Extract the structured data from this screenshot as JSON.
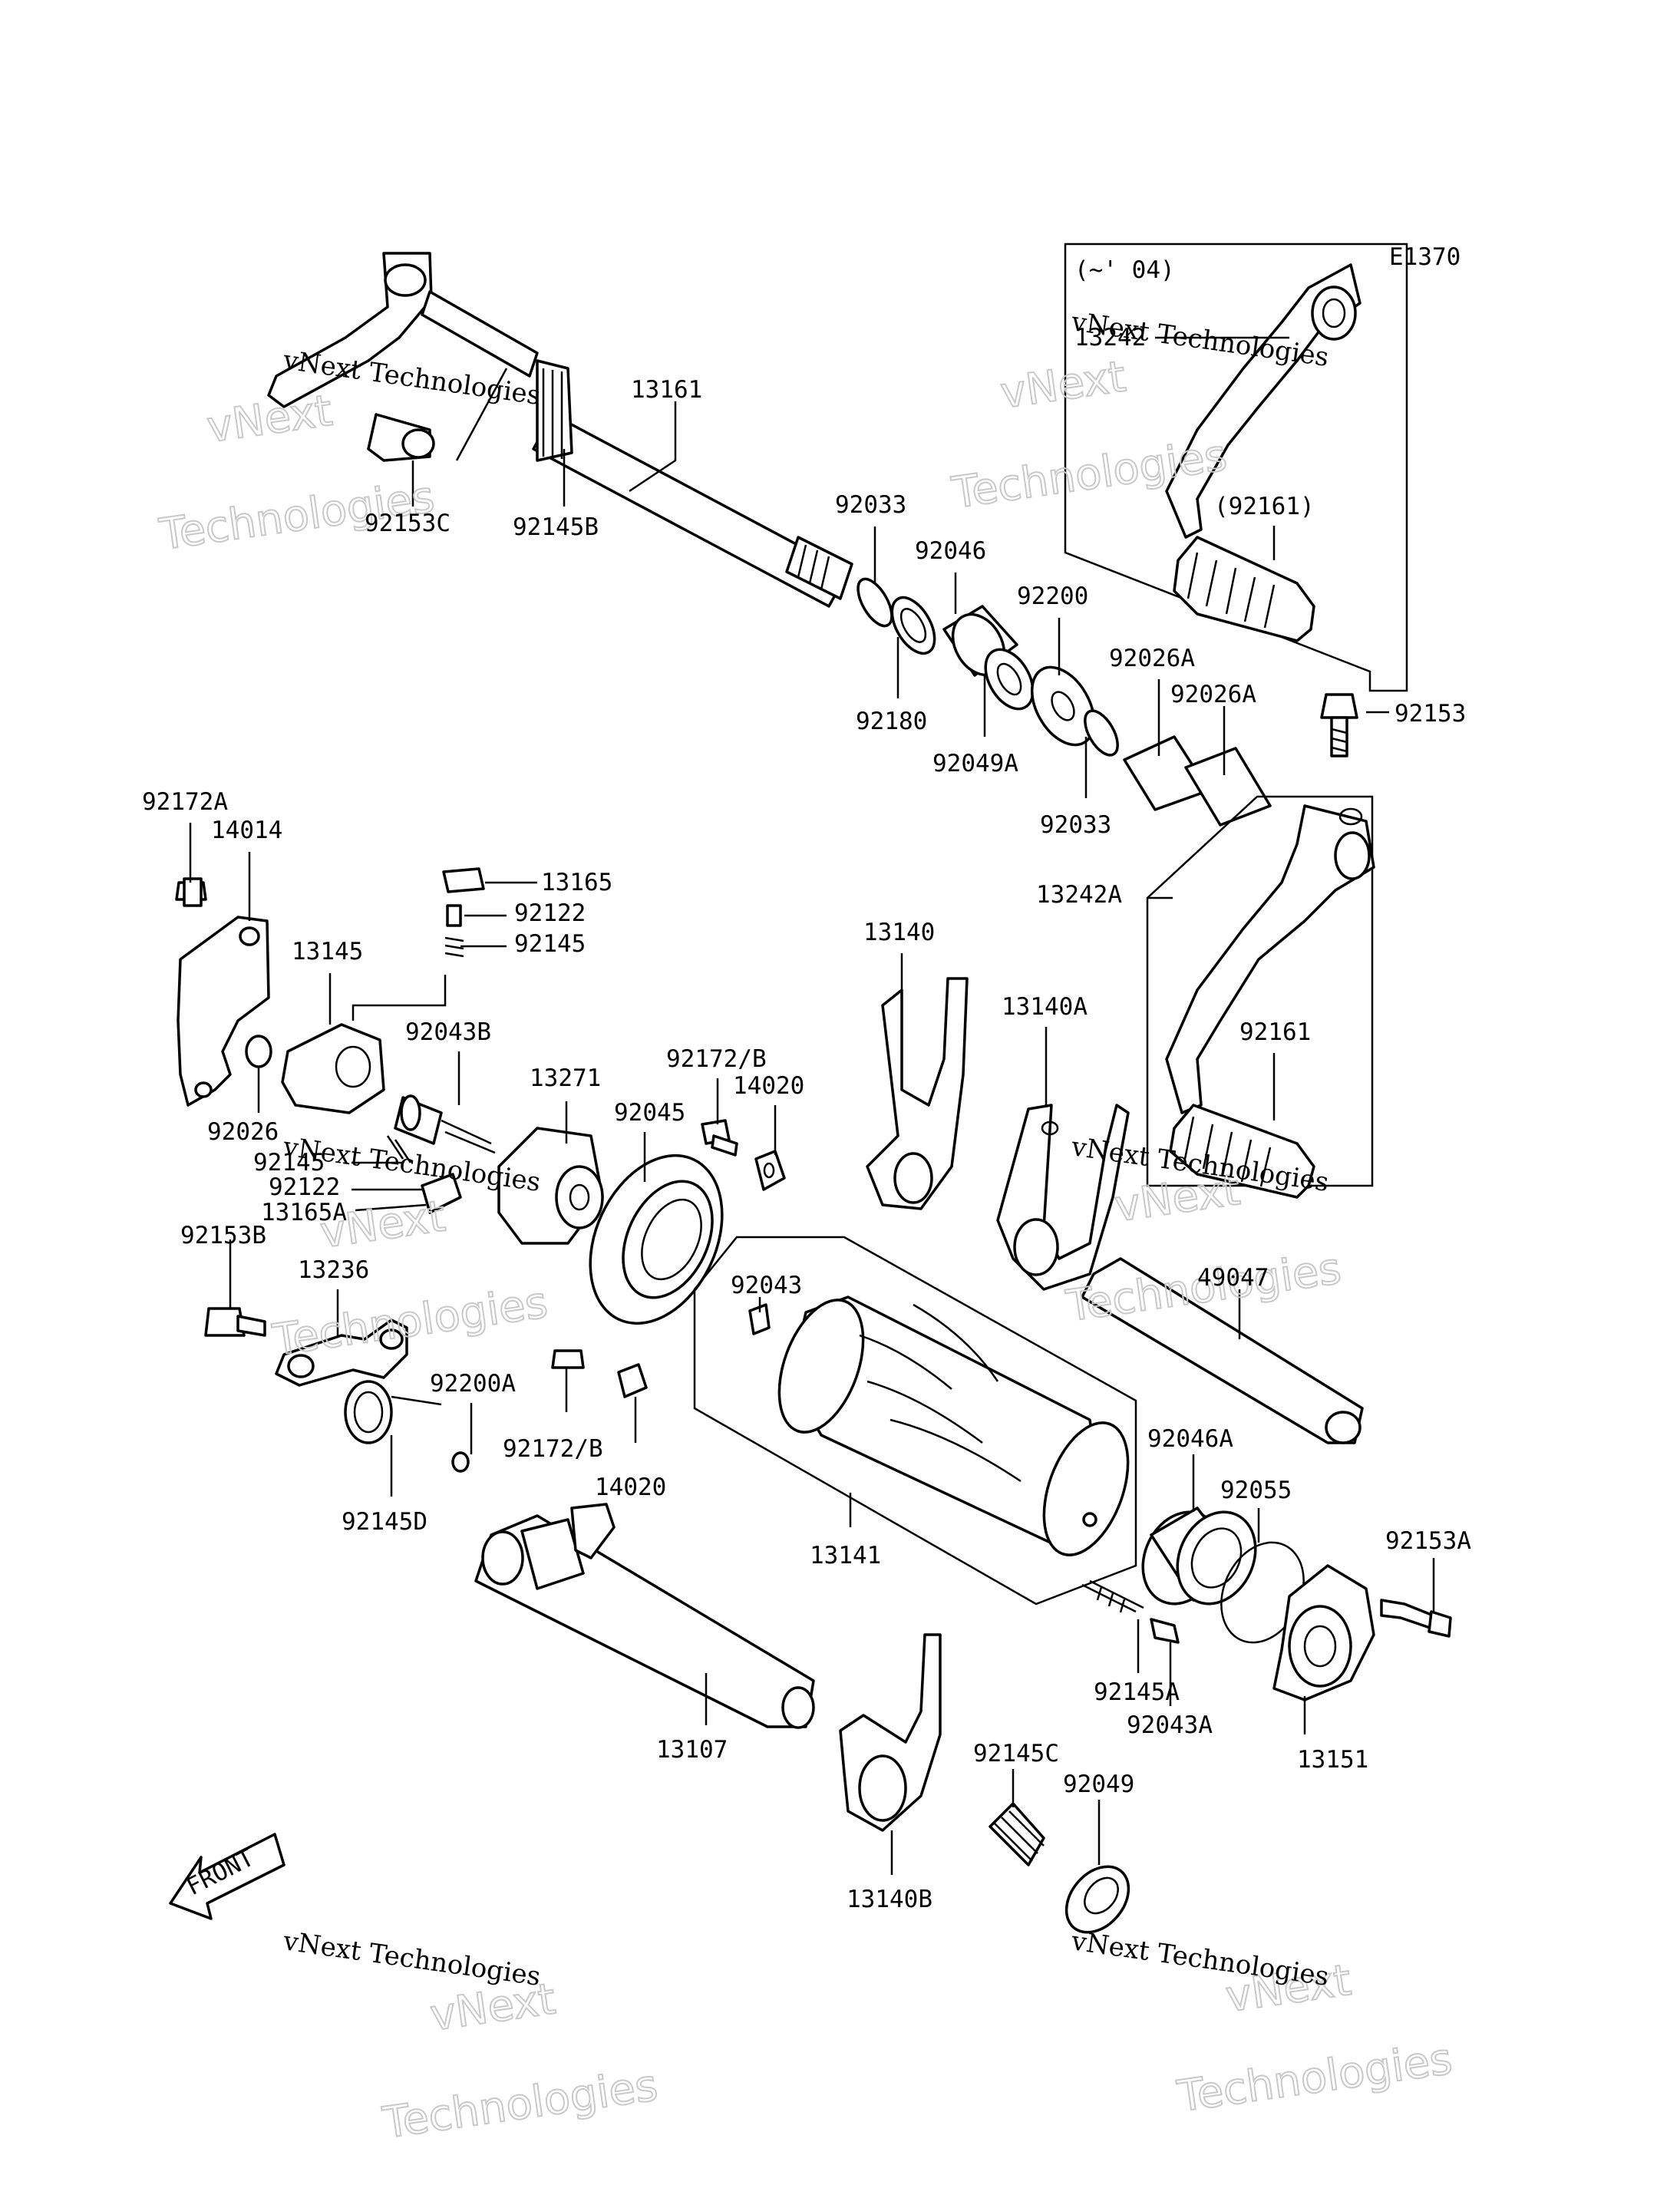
{
  "diagram_code": "E1370",
  "inset_note": "(~' 04)",
  "watermark_small": "vNext Technologies",
  "watermark_large": "Technologies",
  "watermark_top": "vNext",
  "front_label": "FRONT",
  "parts": {
    "p13161": "13161",
    "p92153C": "92153C",
    "p92145B": "92145B",
    "p92033_top": "92033",
    "p92046": "92046",
    "p92200": "92200",
    "p92180": "92180",
    "p92049A": "92049A",
    "p92026A_1": "92026A",
    "p92026A_2": "92026A",
    "p92033_low": "92033",
    "p92153": "92153",
    "p13242": "13242",
    "p92161_inset": "(92161)",
    "p13242A": "13242A",
    "p92161": "92161",
    "p92172A": "92172A",
    "p14014": "14014",
    "p13165": "13165",
    "p92122_top": "92122",
    "p92145": "92145",
    "p13145": "13145",
    "p92043B": "92043B",
    "p13271": "13271",
    "p92172B_top": "92172/B",
    "p14020_top": "14020",
    "p92045": "92045",
    "p13140": "13140",
    "p13140A": "13140A",
    "p92026": "92026",
    "p92145_mid": "92145",
    "p92122_mid": "92122",
    "p13165A": "13165A",
    "p92153B": "92153B",
    "p13236": "13236",
    "p92043": "92043",
    "p49047": "49047",
    "p92200A": "92200A",
    "p92172B_low": "92172/B",
    "p14020_low": "14020",
    "p92145D": "92145D",
    "p13141": "13141",
    "p92046A": "92046A",
    "p92055": "92055",
    "p92153A": "92153A",
    "p92145A": "92145A",
    "p92043A": "92043A",
    "p13151": "13151",
    "p13107": "13107",
    "p92145C": "92145C",
    "p92049": "92049",
    "p13140B": "13140B"
  }
}
